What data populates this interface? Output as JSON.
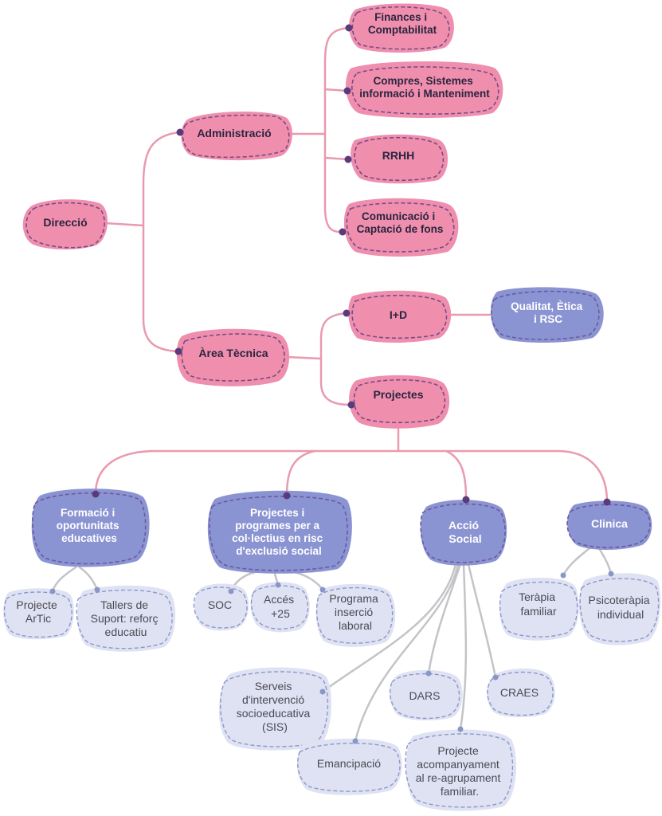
{
  "colors": {
    "pink": "#ef8fad",
    "pink_dark": "#7a4a86",
    "purple": "#8b94d2",
    "purple_dash": "#6a5aa0",
    "lavender": "#dfe2f2",
    "lavender_dash": "#8d96cc",
    "line_pink": "#e99aae",
    "line_grey": "#c4c4c8",
    "dot": "#5a3a7a",
    "dot_light": "#8a96c8",
    "text_dark": "#2a2540",
    "text_grey": "#4a4a55"
  },
  "nodes": {
    "direccio": "Direcció",
    "administracio": "Administració",
    "area_tecnica": "Àrea Tècnica",
    "finances": [
      "Finances i",
      "Comptabilitat"
    ],
    "compres": [
      "Compres, Sistemes",
      "informació i Manteniment"
    ],
    "rrhh": "RRHH",
    "comunicacio": [
      "Comunicació i",
      "Captació de fons"
    ],
    "id": "I+D",
    "qualitat": [
      "Qualitat, Ètica",
      "i RSC"
    ],
    "projectes": "Projectes",
    "formacio": [
      "Formació i",
      "oportunitats",
      "educatives"
    ],
    "programes": [
      "Projectes i",
      "programes per a",
      "col·lectius en risc",
      "d'exclusió social"
    ],
    "accio_social": [
      "Acció",
      "Social"
    ],
    "clinica": "Clinica",
    "artic": [
      "Projecte",
      "ArTic"
    ],
    "tallers": [
      "Tallers de",
      "Suport: reforç",
      "educatiu"
    ],
    "soc": "SOC",
    "acces": [
      "Accés",
      "+25"
    ],
    "insercio": [
      "Programa",
      "inserció",
      "laboral"
    ],
    "terapia": [
      "Teràpia",
      "familiar"
    ],
    "psicoterapia": [
      "Psicoteràpia",
      "individual"
    ],
    "sis": [
      "Serveis",
      "d'intervenció",
      "socioeducativa",
      "(SIS)"
    ],
    "dars": "DARS",
    "craes": "CRAES",
    "emancipacio": "Emancipació",
    "acompanyament": [
      "Projecte",
      "acompanyament",
      "al re-agrupament",
      "familiar."
    ]
  }
}
